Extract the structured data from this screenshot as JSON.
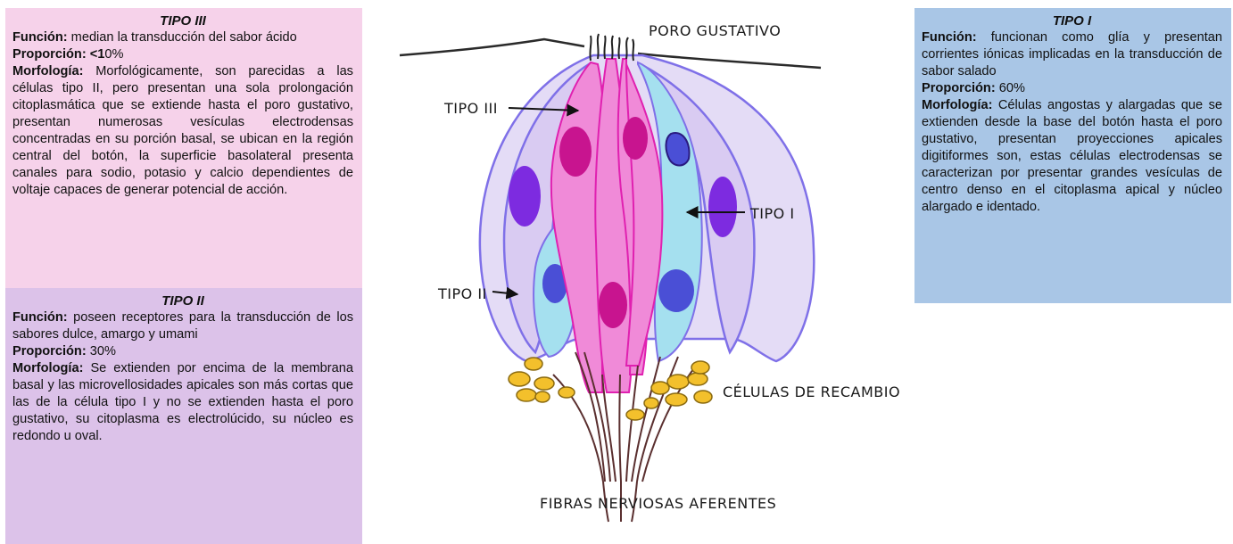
{
  "tipo3": {
    "title": "TIPO III",
    "funcion_label": "Función:",
    "funcion": "median la transducción del sabor ácido",
    "proporcion_label": "Proporción: <1",
    "proporcion": "0%",
    "morfologia_label": "Morfología:",
    "morfologia": "Morfológicamente, son parecidas a las células tipo II, pero presentan una sola prolongación citoplasmática que se extiende hasta el poro gustativo, presentan numerosas vesículas electrodensas concentradas en su porción basal, se ubican en la región central del botón, la superficie basolateral presenta canales para sodio, potasio y calcio dependientes de voltaje capaces de generar potencial de acción."
  },
  "tipo2": {
    "title": "TIPO II",
    "funcion_label": "Función:",
    "funcion": "poseen receptores para la transducción de los sabores dulce, amargo y umami",
    "proporcion_label": "Proporción:",
    "proporcion": "30%",
    "morfologia_label": "Morfología:",
    "morfologia": "Se extienden por encima de la membrana basal y las microvellosidades apicales son más cortas que las de la célula tipo I y no se extienden hasta el poro gustativo, su citoplasma es electrolúcido, su núcleo es redondo u oval."
  },
  "tipo1": {
    "title": "TIPO I",
    "funcion_label": "Función:",
    "funcion": "funcionan como glía y presentan corrientes iónicas implicadas en la transducción de sabor salado",
    "proporcion_label": "Proporción:",
    "proporcion": "60%",
    "morfologia_label": "Morfología:",
    "morfologia": "Células angostas y alargadas que se extienden desde la base del botón hasta el poro gustativo, presentan proyecciones apicales digitiformes son, estas células electrodensas se caracterizan por presentar grandes vesículas de centro denso en el citoplasma apical y núcleo alargado e identado."
  },
  "diagram": {
    "labels": {
      "poro": "PORO GUSTATIVO",
      "tipo3": "TIPO III",
      "tipo1": "TIPO I",
      "tipo2": "TIPO II",
      "recambio": "CÉLULAS DE RECAMBIO",
      "fibras": "FIBRAS NERVIOSAS AFERENTES"
    },
    "colors": {
      "tipo3_cell": "#f08ad8",
      "tipo3_nucleus": "#c8148f",
      "tipo1_cell": "#a5e0ef",
      "tipo1_nucleus": "#4a4fd6",
      "tipo2_cell": "#d9c6f2",
      "tipo2_nucleus": "#7d2be0",
      "outline": "#7f70e8",
      "recambio": "#f3c02c",
      "nerve": "#5a2f2f"
    }
  }
}
